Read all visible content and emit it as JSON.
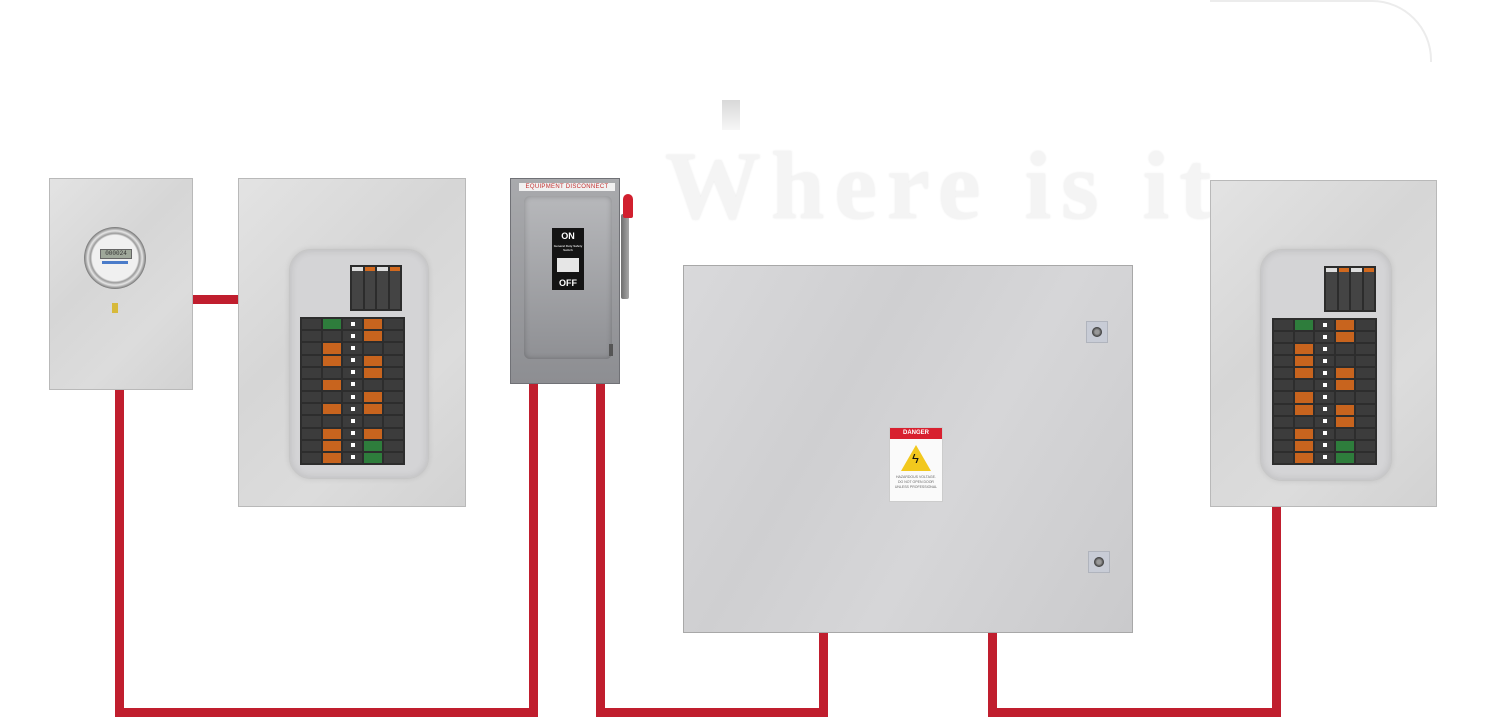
{
  "diagram": {
    "title_ghost": "Where is it",
    "wire_color": "#c01e2e",
    "components": {
      "meter": {
        "name": "Utility Meter",
        "display": "000024",
        "icon": "electric-meter-icon"
      },
      "main_panel": {
        "name": "Main Breaker Panel",
        "icon": "breaker-panel-icon"
      },
      "disconnect": {
        "name": "Equipment Disconnect",
        "label": "EQUIPMENT DISCONNECT",
        "on_label": "ON",
        "off_label": "OFF",
        "plate_text": "General Duty Safety Switch",
        "icon": "safety-switch-icon"
      },
      "enclosure": {
        "name": "Electrical Enclosure",
        "danger_header": "DANGER",
        "danger_text": "HAZARDOUS VOLTAGE. DO NOT OPEN DOOR UNLESS PROFESSIONAL",
        "icon": "high-voltage-icon"
      },
      "sub_panel": {
        "name": "Sub Panel",
        "icon": "breaker-panel-icon"
      }
    },
    "connections": [
      {
        "from": "meter",
        "to": "main_panel"
      },
      {
        "from": "meter",
        "to": "disconnect"
      },
      {
        "from": "disconnect",
        "to": "enclosure"
      },
      {
        "from": "enclosure",
        "to": "sub_panel"
      }
    ]
  }
}
